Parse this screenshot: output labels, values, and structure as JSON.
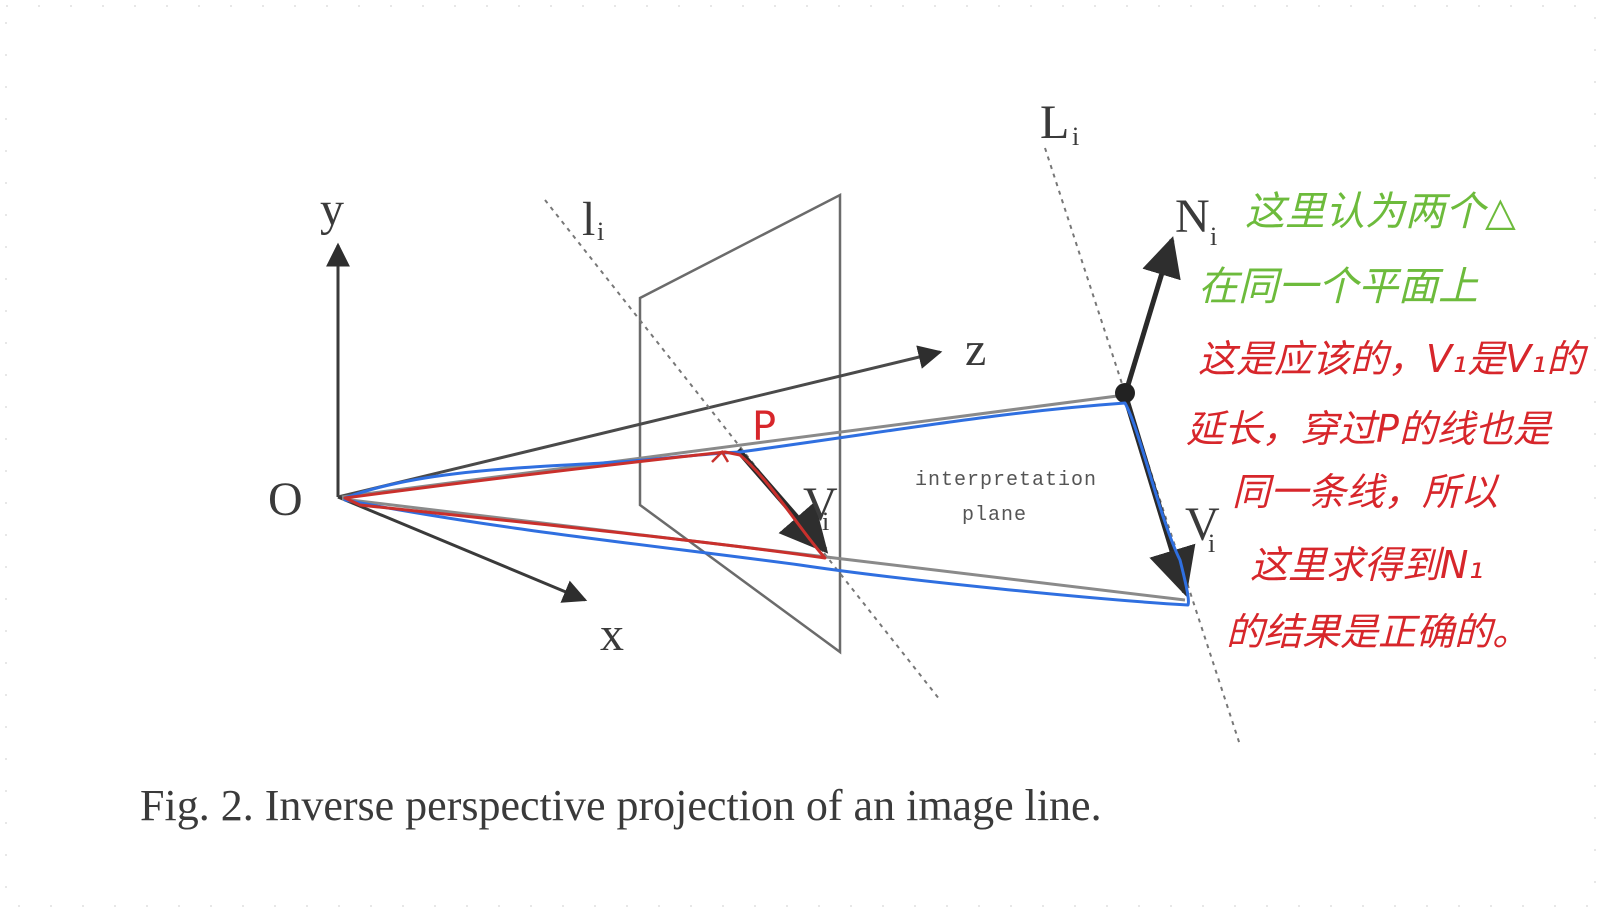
{
  "figure": {
    "caption": "Fig. 2.  Inverse perspective projection of an image line.",
    "labels": {
      "origin": "O",
      "axis_x": "x",
      "axis_y": "y",
      "axis_z": "z",
      "image_line": "l",
      "image_line_sub": "i",
      "space_line": "L",
      "space_line_sub": "i",
      "normal": "N",
      "normal_sub": "i",
      "vector_image": "V",
      "vector_image_sub": "i",
      "vector_space": "V",
      "vector_space_sub": "i",
      "plane_line1": "interpretation",
      "plane_line2": "plane"
    }
  },
  "annotations": {
    "point_label": "P",
    "green_note": [
      "这里认为两个△",
      "在同一个平面上"
    ],
    "red_note": [
      "这是应该的，V₁是V₁的",
      "延长，穿过P的线也是",
      "同一条线，所以",
      "这里求得到N₁",
      "的结果是正确的。"
    ],
    "colors": {
      "green": "#6dbb3c",
      "red": "#d7262b",
      "blue": "#2f6fe0",
      "ink": "#3a3a3a"
    }
  }
}
